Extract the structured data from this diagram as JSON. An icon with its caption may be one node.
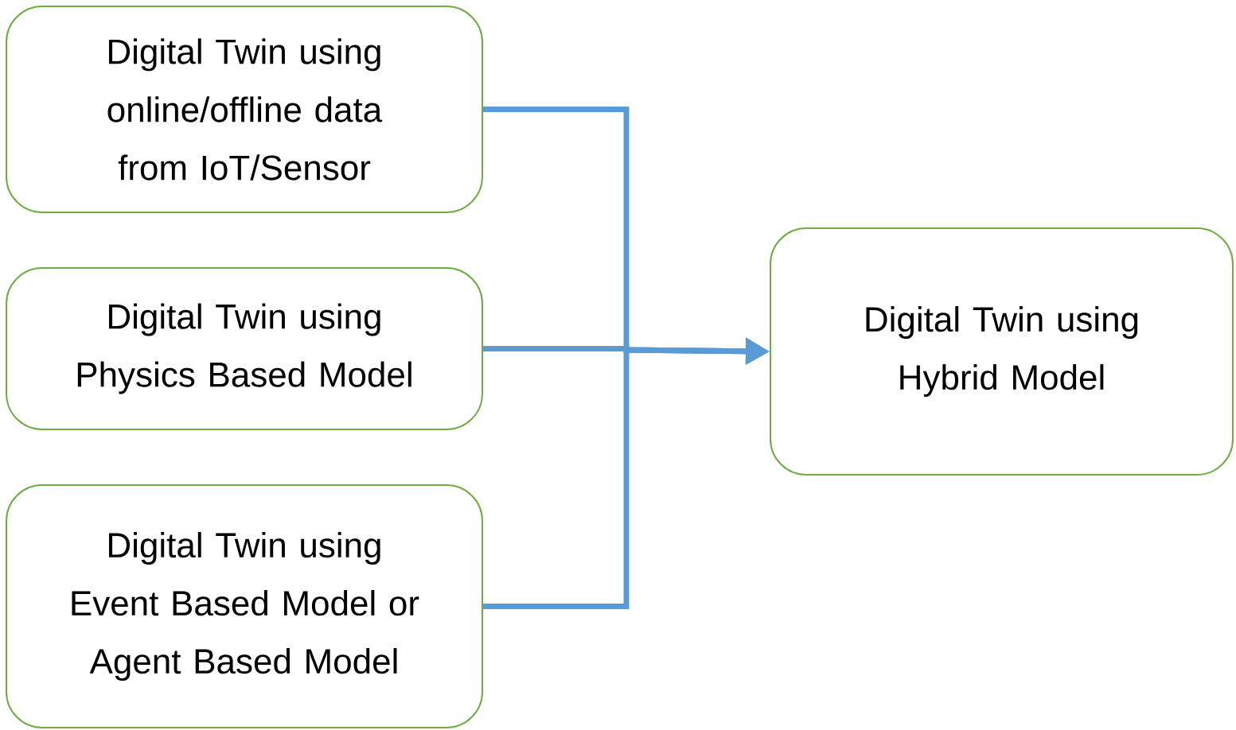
{
  "diagram": {
    "nodes": [
      {
        "text": [
          "Digital Twin using online/offline data from IoT/Sensor"
        ]
      },
      {
        "text": [
          "Digital Twin using Physics Based Model"
        ]
      },
      {
        "text": [
          "Digital Twin using Event Based Model or Agent Based Model"
        ]
      },
      {
        "text": [
          "Digital Twin using Hybrid Model"
        ]
      }
    ],
    "edges": [
      {
        "from": 0,
        "to": 3,
        "arrow": "to"
      },
      {
        "from": 1,
        "to": 3,
        "arrow": "to"
      },
      {
        "from": 2,
        "to": 3,
        "arrow": "to"
      }
    ]
  }
}
